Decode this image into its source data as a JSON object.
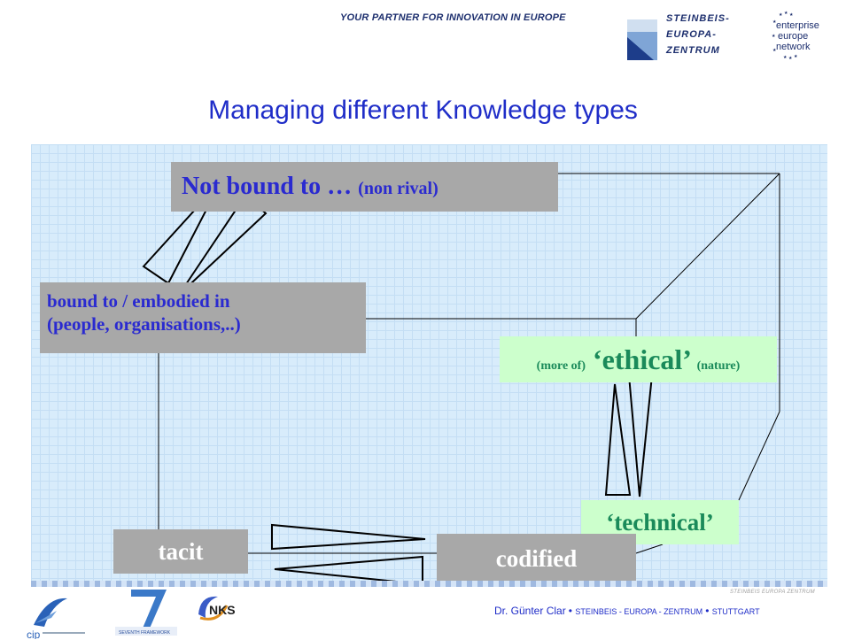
{
  "header": {
    "tagline": "YOUR PARTNER FOR INNOVATION IN EUROPE",
    "logo_lines": [
      "STEINBEIS-",
      "EUROPA-",
      "ZENTRUM"
    ],
    "een_lines": [
      "enterprise",
      "europe",
      "network"
    ]
  },
  "title": "Managing different Knowledge types",
  "diagram": {
    "not_bound": {
      "main": "Not bound to …",
      "paren": "(non rival)"
    },
    "bound": {
      "line1": "bound to / embodied in",
      "line2": "(people, organisations,..)"
    },
    "ethical": {
      "pre": "(more of)",
      "main": "‘ethical’",
      "post": "(nature)"
    },
    "technical": "‘technical’",
    "tacit": "tacit",
    "codified": "codified"
  },
  "footer": {
    "author": "Dr. Günter Clar",
    "org": "STEINBEIS - EUROPA - ZENTRUM",
    "city": "STUTTGART",
    "watermark": "STEINBEIS EUROPA ZENTRUM",
    "nks": "NKS",
    "cip": "cip"
  },
  "colors": {
    "title_blue": "#1f2dc8",
    "box_gray": "#a8a8a8",
    "box_green": "#ccffcc",
    "grid_blue": "#d8ecfb",
    "green_text": "#1a8a5a"
  }
}
